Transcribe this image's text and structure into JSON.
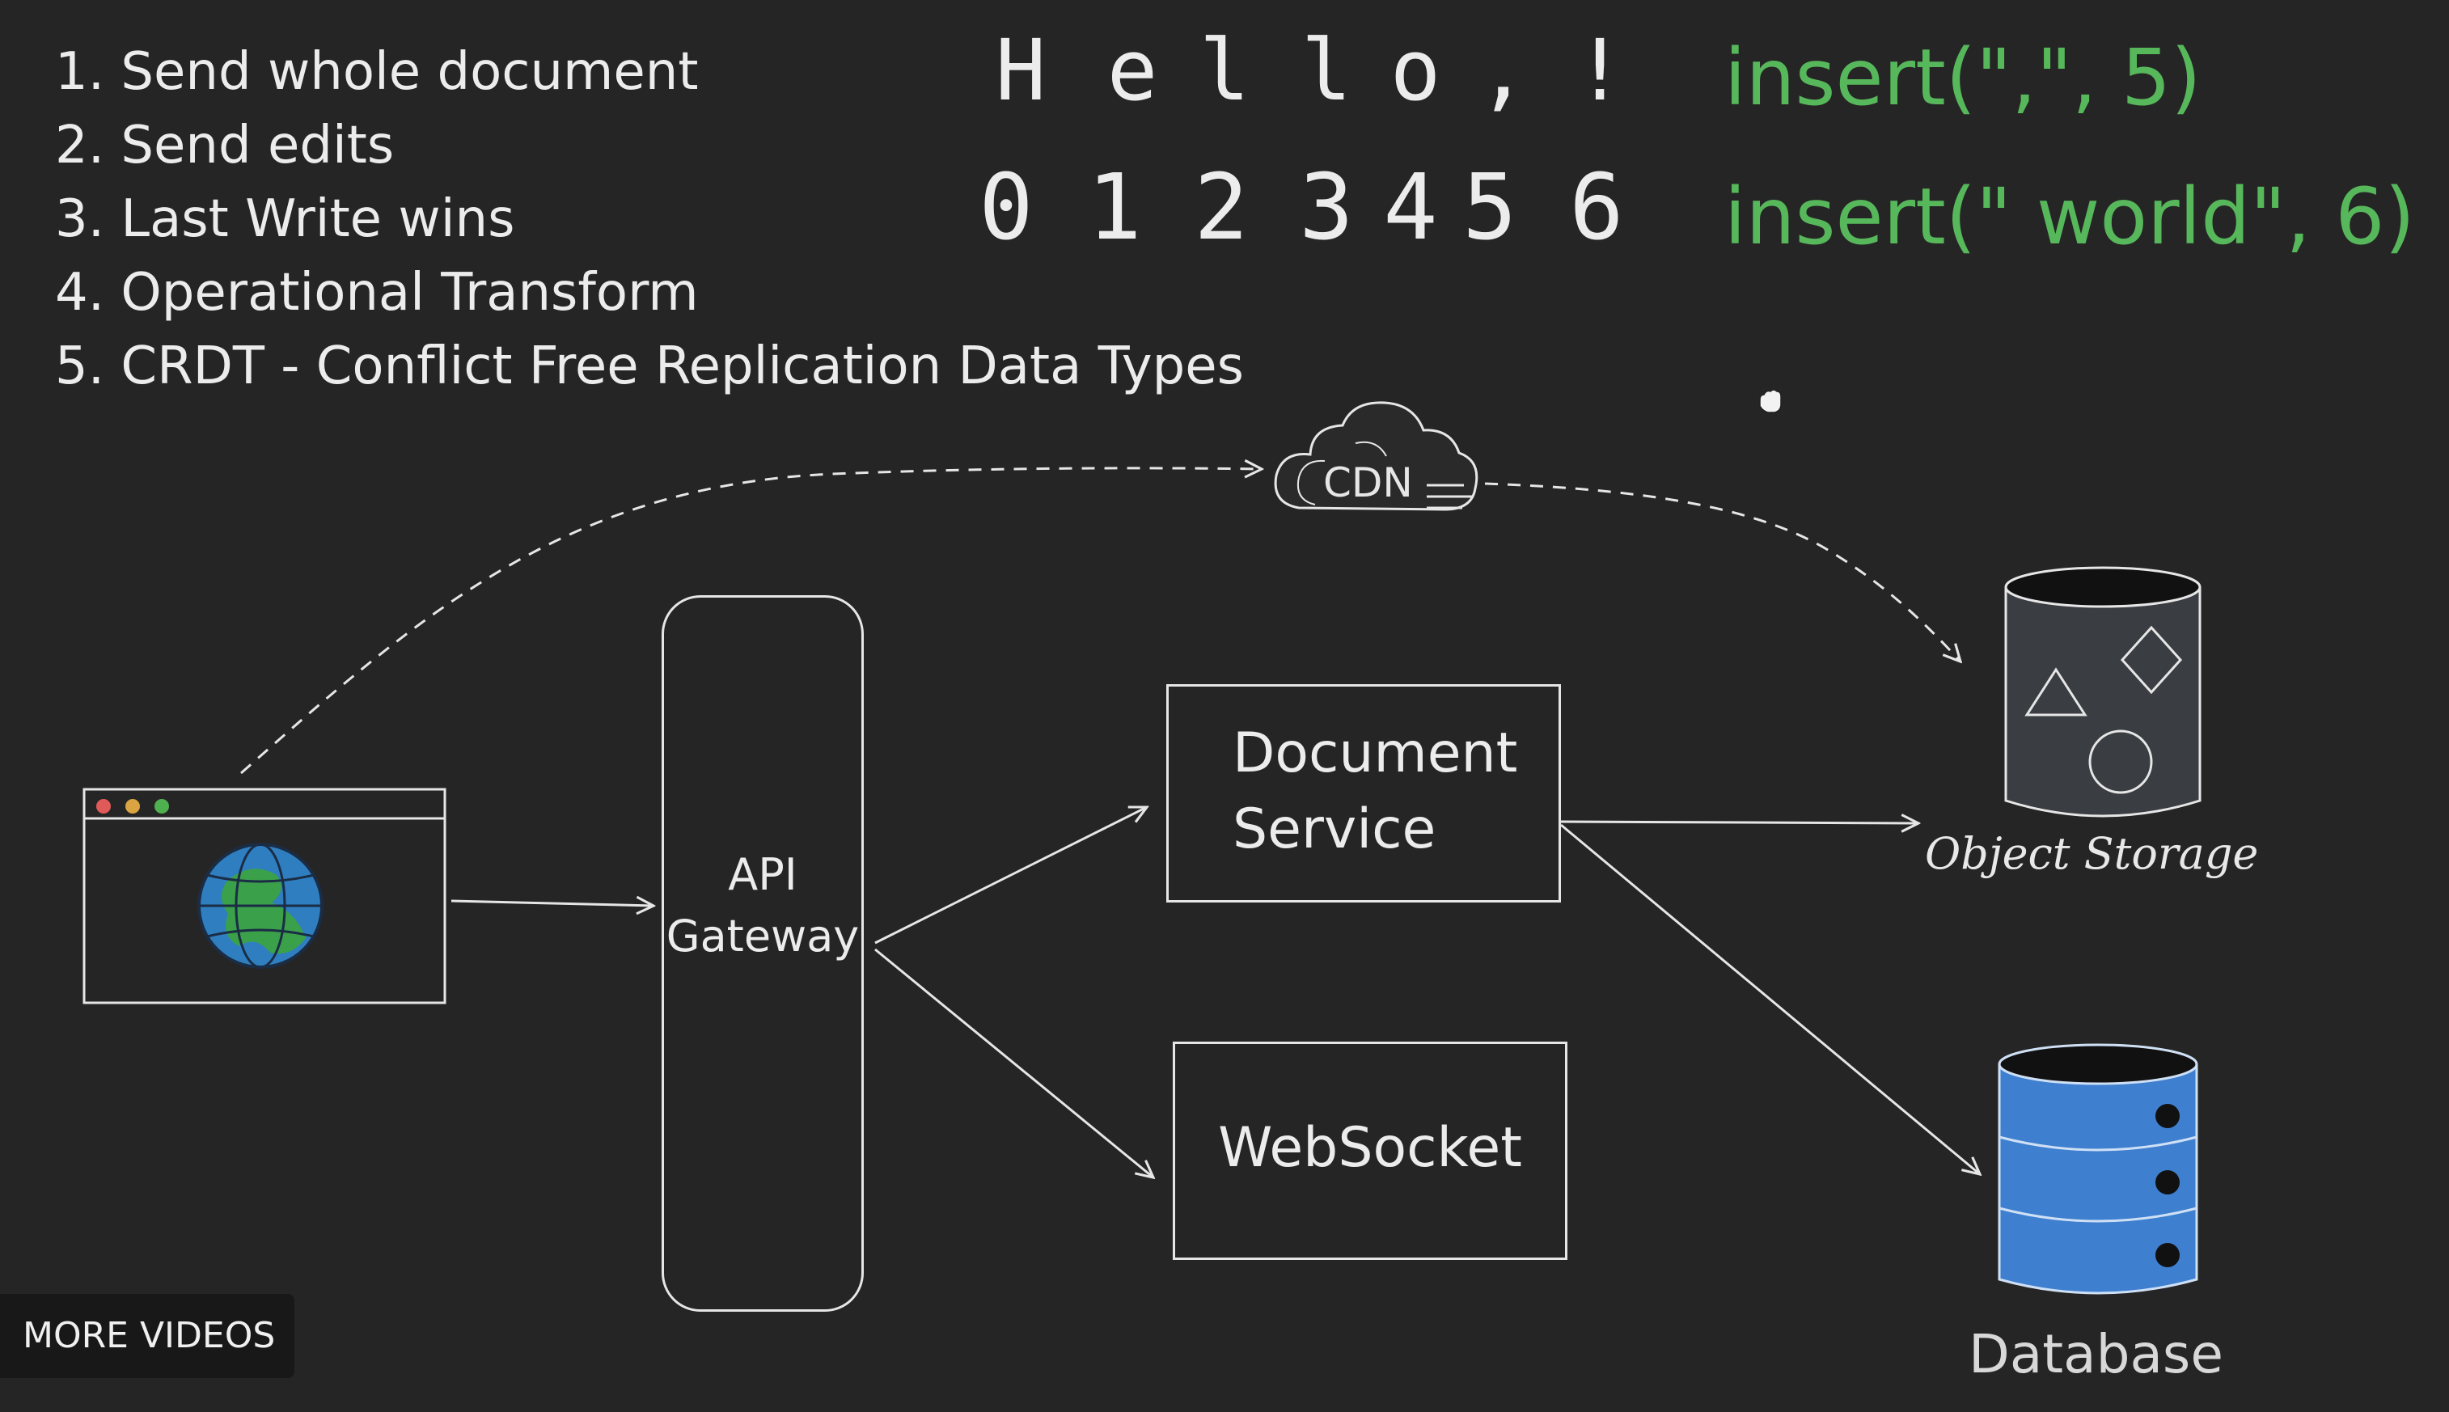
{
  "approaches": [
    "1. Send whole document",
    "2. Send edits",
    "3. Last Write wins",
    "4. Operational Transform",
    "5.  CRDT - Conflict Free Replication Data Types"
  ],
  "hello": {
    "chars": [
      "H",
      "e",
      "l",
      "l",
      "o",
      ",",
      "!"
    ],
    "indices": [
      "0",
      "1",
      "2",
      "3",
      "4",
      "5",
      "6"
    ]
  },
  "operations": [
    "insert(\",\", 5)",
    "insert(\" world\", 6)"
  ],
  "nodes": {
    "cdn": "CDN",
    "api_gateway_line1": "API",
    "api_gateway_line2": "Gateway",
    "document_service_line1": "Document",
    "document_service_line2": "Service",
    "websocket": "WebSocket",
    "object_storage": "Object Storage",
    "database": "Database"
  },
  "icons": {
    "browser": "browser-window-icon",
    "globe": "globe-icon",
    "cdn": "cloud-icon",
    "object_storage": "bucket-icon",
    "database": "database-icon",
    "cursor": "hand-cursor-icon"
  },
  "colors": {
    "background": "#252525",
    "operations_text": "#57b85b",
    "database_fill": "#3f7fd0",
    "globe_fill": "#2f7fc0",
    "globe_land": "#3aa04a"
  },
  "more_videos": "MORE VIDEOS"
}
